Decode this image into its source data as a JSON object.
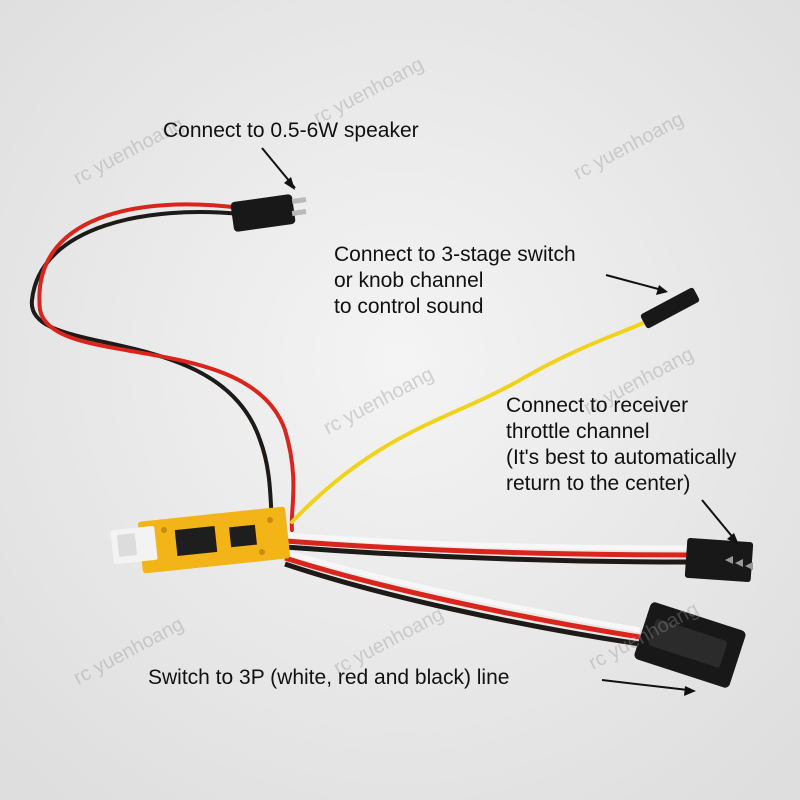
{
  "labels": {
    "speaker": "Connect to 0.5-6W speaker",
    "switch_channel": "Connect to 3-stage switch\nor knob channel\nto control sound",
    "receiver": "Connect to receiver\nthrottle channel\n(It's best to automatically\nreturn to the center)",
    "line_3p": "Switch to 3P (white, red and black) line"
  },
  "watermark": "rc yuenhoang",
  "colors": {
    "background": "#ececec",
    "pcb": "#f2b417",
    "wire_red": "#d8261c",
    "wire_black": "#1d1a18",
    "wire_yellow": "#f0d21a",
    "wire_white": "#f7f7f7",
    "connector": "#181818"
  }
}
